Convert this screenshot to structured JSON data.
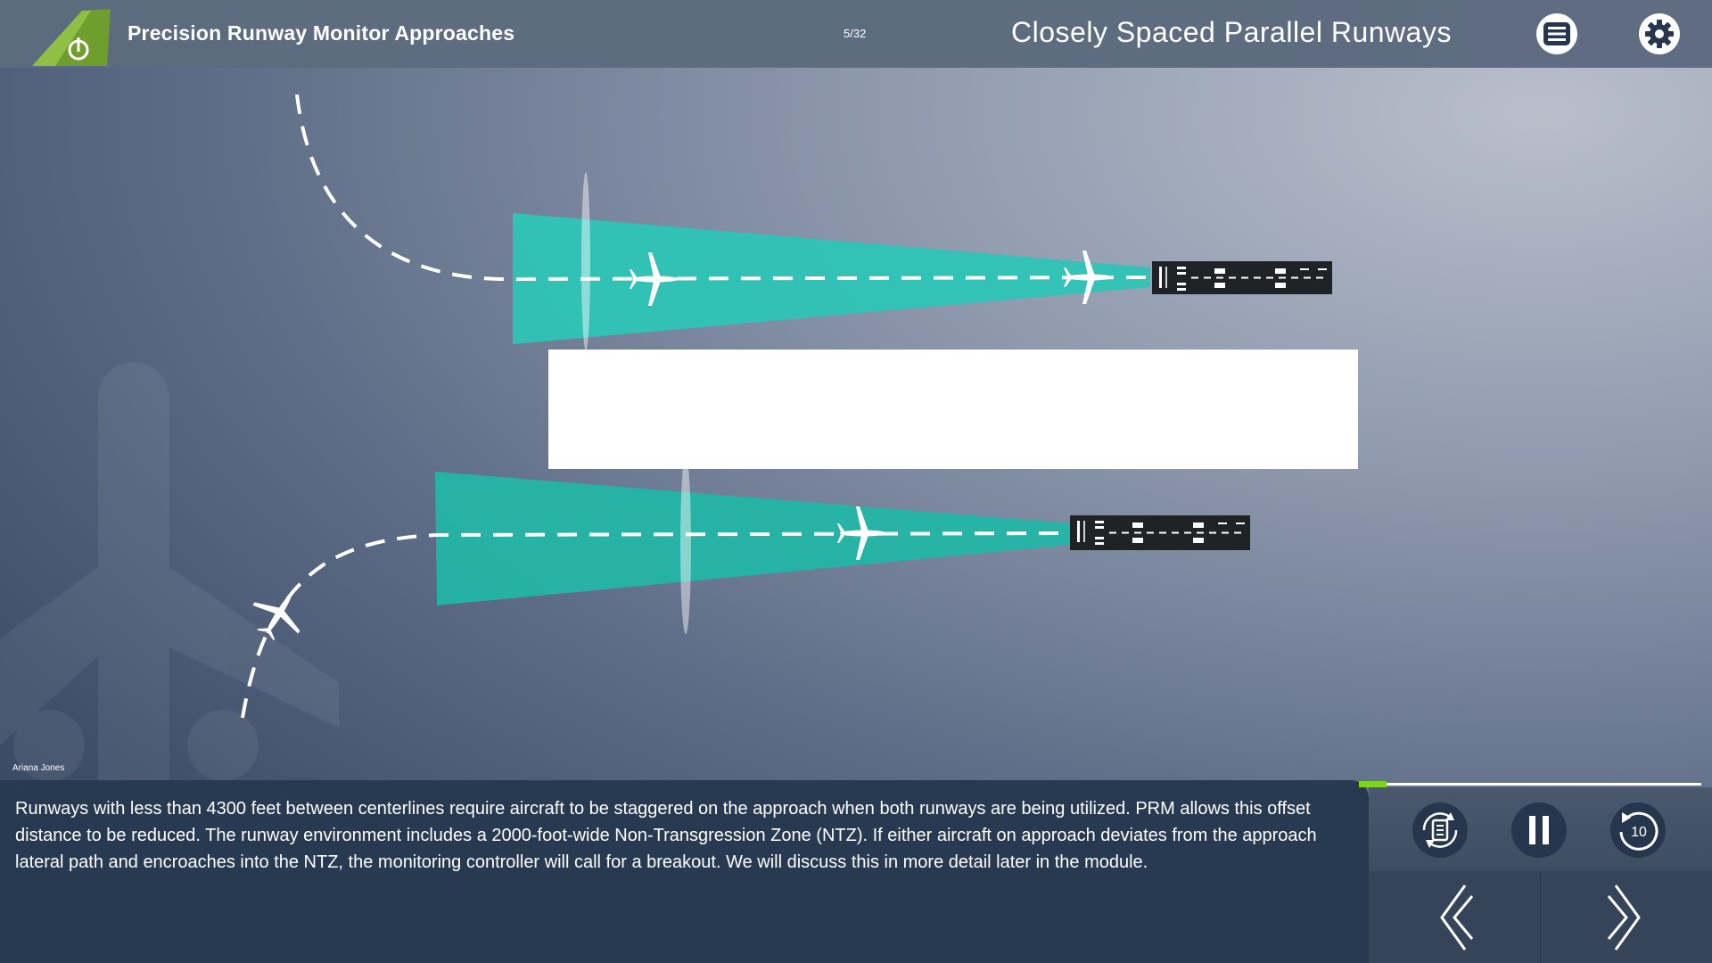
{
  "header": {
    "course_title": "Precision Runway Monitor Approaches",
    "page_counter": "5/32",
    "slide_title": "Closely Spaced Parallel Runways",
    "logo_icon": "aircraft-tail-power-logo",
    "menu_icon": "hamburger-menu-icon",
    "settings_icon": "gear-icon",
    "brand_color": "#6f9e2e"
  },
  "diagram": {
    "elements": [
      "upper-runway",
      "lower-runway",
      "upper-approach-cone",
      "lower-approach-cone",
      "ntz-zone",
      "aircraft",
      "dashed-approach-paths"
    ],
    "cone_color": "#2ec4b6",
    "runway_color": "#1f2326",
    "ntz_color": "#ffffff"
  },
  "narrator": "Ariana Jones",
  "caption": "Runways with less than 4300 feet between centerlines require aircraft to be staggered on the approach when both runways are being utilized. PRM allows this offset distance to be reduced. The runway environment includes a 2000-foot-wide Non-Transgression Zone (NTZ). If either aircraft on approach deviates from the approach lateral path and encroaches into the NTZ, the monitoring controller will call for a breakout. We will discuss this in more detail later in the module.",
  "progress": {
    "fraction": 0.08,
    "fill_color": "#7ed321"
  },
  "controls": {
    "transcript_icon": "transcript-refresh-icon",
    "pause_icon": "pause-icon",
    "rewind_icon": "rewind-10-icon",
    "rewind_label": "10",
    "prev_icon": "chevron-left-icon",
    "next_icon": "chevron-right-icon"
  }
}
